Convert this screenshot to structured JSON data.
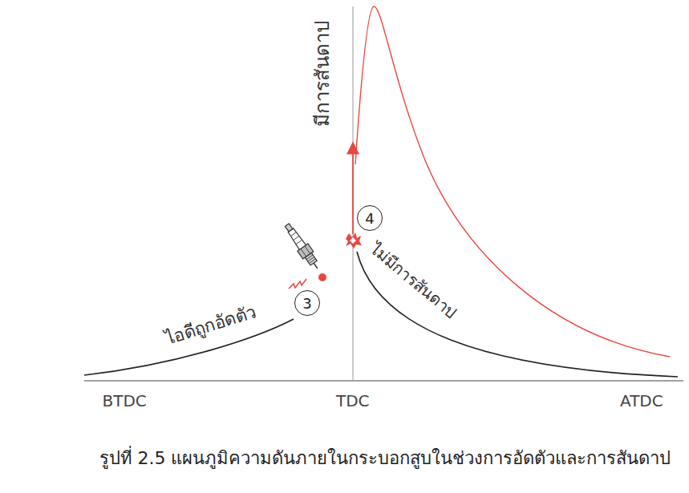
{
  "diagram": {
    "caption": "รูปที่ 2.5 แผนภูมิความดันภายในกระบอกสูบในช่วงการอัดตัวและการสันดาป",
    "nodes": [
      {
        "text": [
          "3"
        ]
      },
      {
        "text": [
          "4"
        ]
      }
    ],
    "labels": [
      "มีการสันดาป",
      "ไม่มีการสันดาป",
      "ไอดีถูกอัดตัว",
      "BTDC",
      "TDC",
      "ATDC"
    ]
  }
}
